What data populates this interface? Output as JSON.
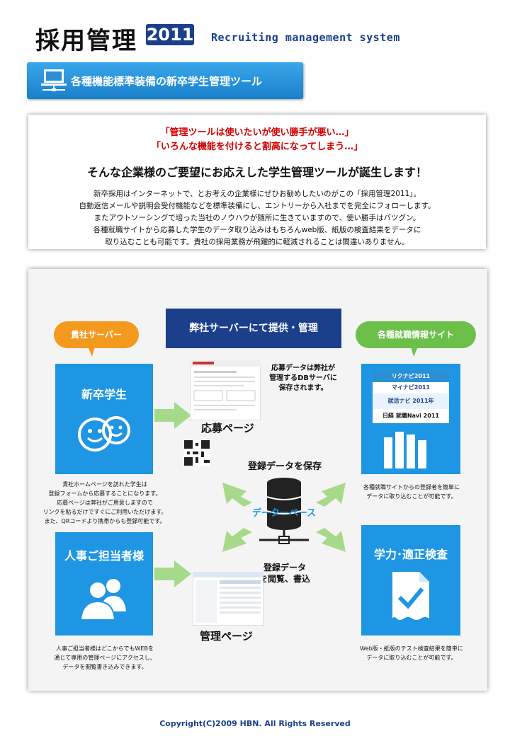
{
  "header": {
    "title": "採用管理",
    "year": "2011",
    "subtitle": "Recruiting management system",
    "banner": "各種機能標準装備の新卒学生管理ツール"
  },
  "intro": {
    "quote1": "「管理ツールは使いたいが使い勝手が悪い…」",
    "quote2": "「いろんな機能を付けると割高になってしまう…」",
    "lead": "そんな企業様のご要望にお応えした学生管理ツールが誕生します！",
    "lines": [
      "新卒採用はインターネットで、とお考えの企業様にぜひお勧めしたいのがこの「採用管理2011」。",
      "自動返信メールや説明会受付機能などを標準装備にし、エントリーから入社までを完全にフォローします。",
      "またアウトソーシングで培った当社のノウハウが随所に生きていますので、使い勝手はバツグン。",
      "各種就職サイトから応募した学生のデータ取り込みはもちろんweb版、紙版の検査結果をデータに",
      "取り込むことも可能です。貴社の採用業務が飛躍的に軽減されることは間違いありません。"
    ]
  },
  "diagram": {
    "center_head": "弊社サーバーにて提供・管理",
    "left_bubble": "貴社サーバー",
    "right_bubble": "各種就職情報サイト",
    "student_box": "新卒学生",
    "hr_box": "人事ご担当者様",
    "test_box": "学力･適正検査",
    "apply_page": "応募ページ",
    "admin_page": "管理ページ",
    "apply_note": [
      "応募データは弊社が",
      "管理するDBサーバに",
      "保存されます。"
    ],
    "save_note": "登録データを保存",
    "database": "データーベース",
    "browse_note": [
      "登録データ",
      "を閲覧、書込"
    ],
    "student_caption": [
      "貴社ホームページを訪れた学生は",
      "登録フォームから応募することになります。",
      "応募ページは弊社がご用意しますので",
      "リンクを貼るだけですぐにご利用いただけます。",
      "また、QRコードより携帯からも登録可能です。"
    ],
    "hr_caption": [
      "人事ご担当者様はどこからでもWEBを",
      "通じて専用の管理ページにアクセスし、",
      "データを閲覧書き込みできます。"
    ],
    "sites_caption": [
      "各種就職サイトからの登録者を簡単に",
      "データに取り込むことが可能です。"
    ],
    "test_caption": [
      "Web版・紙版のテスト検査結果を簡単に",
      "データに取り込むことが可能です。"
    ],
    "site_logos": [
      "リクナビ2011",
      "マイナビ2011",
      "就活ナビ 2011年",
      "日経 就職Navi 2011"
    ]
  },
  "footer": {
    "copyright": "Copyright(C)2009 HBN. All Rights Reserved"
  },
  "colors": {
    "navy": "#1b3f8b",
    "blue": "#1e96e3",
    "orange": "#f39a1e",
    "green": "#6cc04a",
    "red": "#d40000"
  }
}
